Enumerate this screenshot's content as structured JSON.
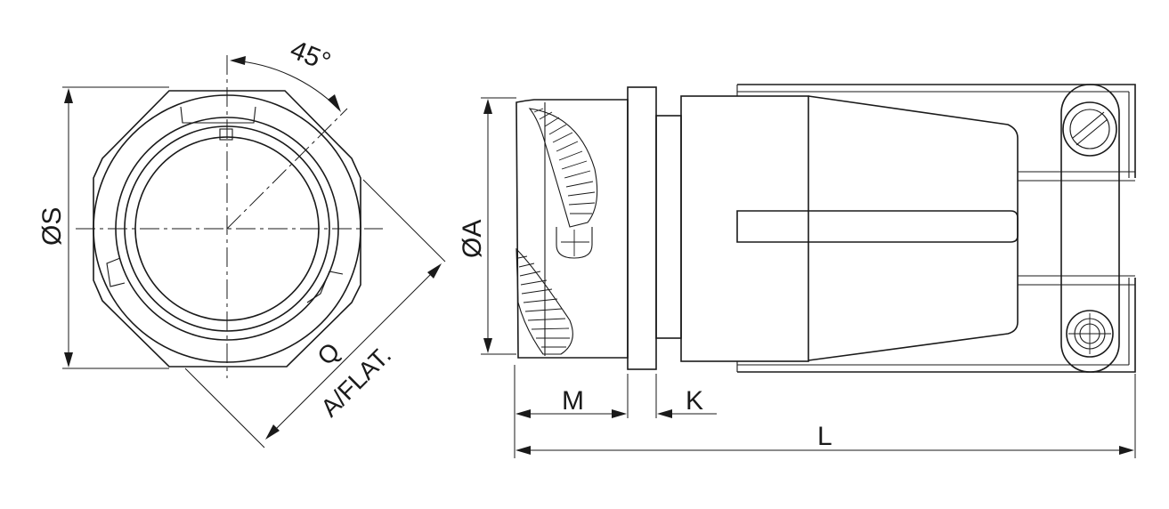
{
  "diagram": {
    "dimension_labels": {
      "angle": "45°",
      "diameter_s": "ØS",
      "diameter_a": "ØA",
      "q": "Q",
      "across_flats": "A/FLAT.",
      "m": "M",
      "k": "K",
      "l": "L"
    },
    "views": [
      "front-view",
      "side-view"
    ],
    "colors": {
      "line": "#1a1a1a",
      "background": "#ffffff"
    }
  }
}
